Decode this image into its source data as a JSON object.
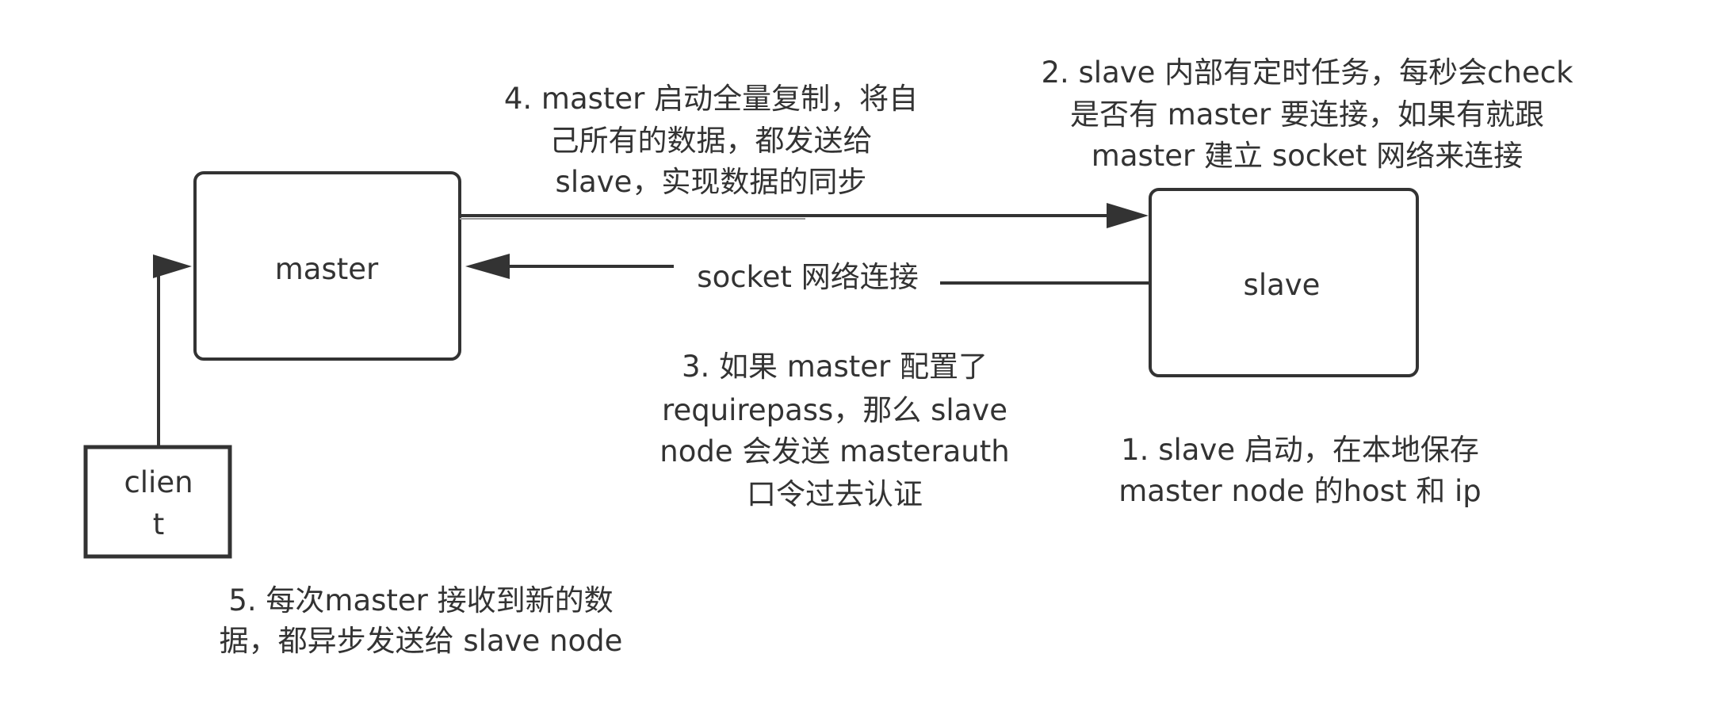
{
  "nodes": {
    "master": {
      "label": "master"
    },
    "slave": {
      "label": "slave"
    },
    "client": {
      "label_lines": [
        "clien",
        "t"
      ]
    }
  },
  "edges": {
    "slave_to_master": {
      "label": "socket 网络连接"
    }
  },
  "notes": {
    "step1": {
      "lines": [
        "1. slave 启动，在本地保存",
        "master node 的host 和 ip"
      ]
    },
    "step2": {
      "lines": [
        "2. slave 内部有定时任务，每秒会check",
        "是否有 master 要连接，如果有就跟",
        "master 建立 socket 网络来连接"
      ]
    },
    "step3": {
      "lines": [
        "3. 如果 master 配置了",
        "requirepass，那么 slave",
        "node 会发送 masterauth",
        "口令过去认证"
      ]
    },
    "step4": {
      "lines": [
        "4. master 启动全量复制，将自",
        "己所有的数据，都发送给",
        "slave，实现数据的同步"
      ]
    },
    "step5": {
      "lines": [
        "5. 每次master 接收到新的数",
        "据，都异步发送给 slave node"
      ]
    }
  },
  "colors": {
    "stroke": "#333333",
    "text": "#333333",
    "background": "#ffffff"
  }
}
